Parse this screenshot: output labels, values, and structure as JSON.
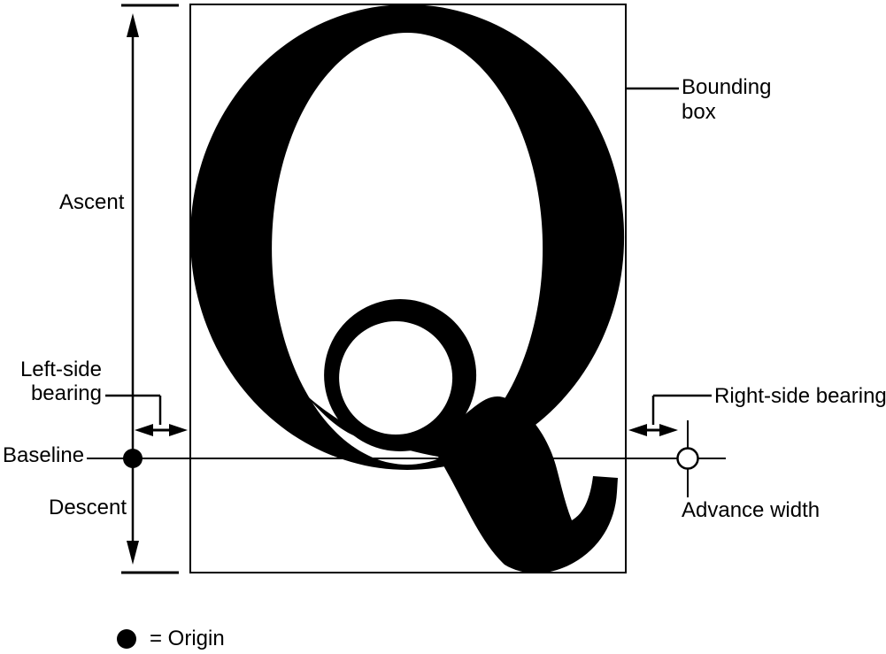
{
  "figure": {
    "type": "glyph-metrics-diagram",
    "glyph_letter": "Q"
  },
  "labels": {
    "ascent": "Ascent",
    "left_side_bearing_line1": "Left-side",
    "left_side_bearing_line2": "bearing",
    "baseline": "Baseline",
    "descent": "Descent",
    "bounding_box_line1": "Bounding",
    "bounding_box_line2": "box",
    "right_side_bearing": "Right-side bearing",
    "advance_width": "Advance width",
    "origin_legend": "= Origin"
  },
  "colors": {
    "ink": "#000000",
    "background": "#ffffff"
  }
}
